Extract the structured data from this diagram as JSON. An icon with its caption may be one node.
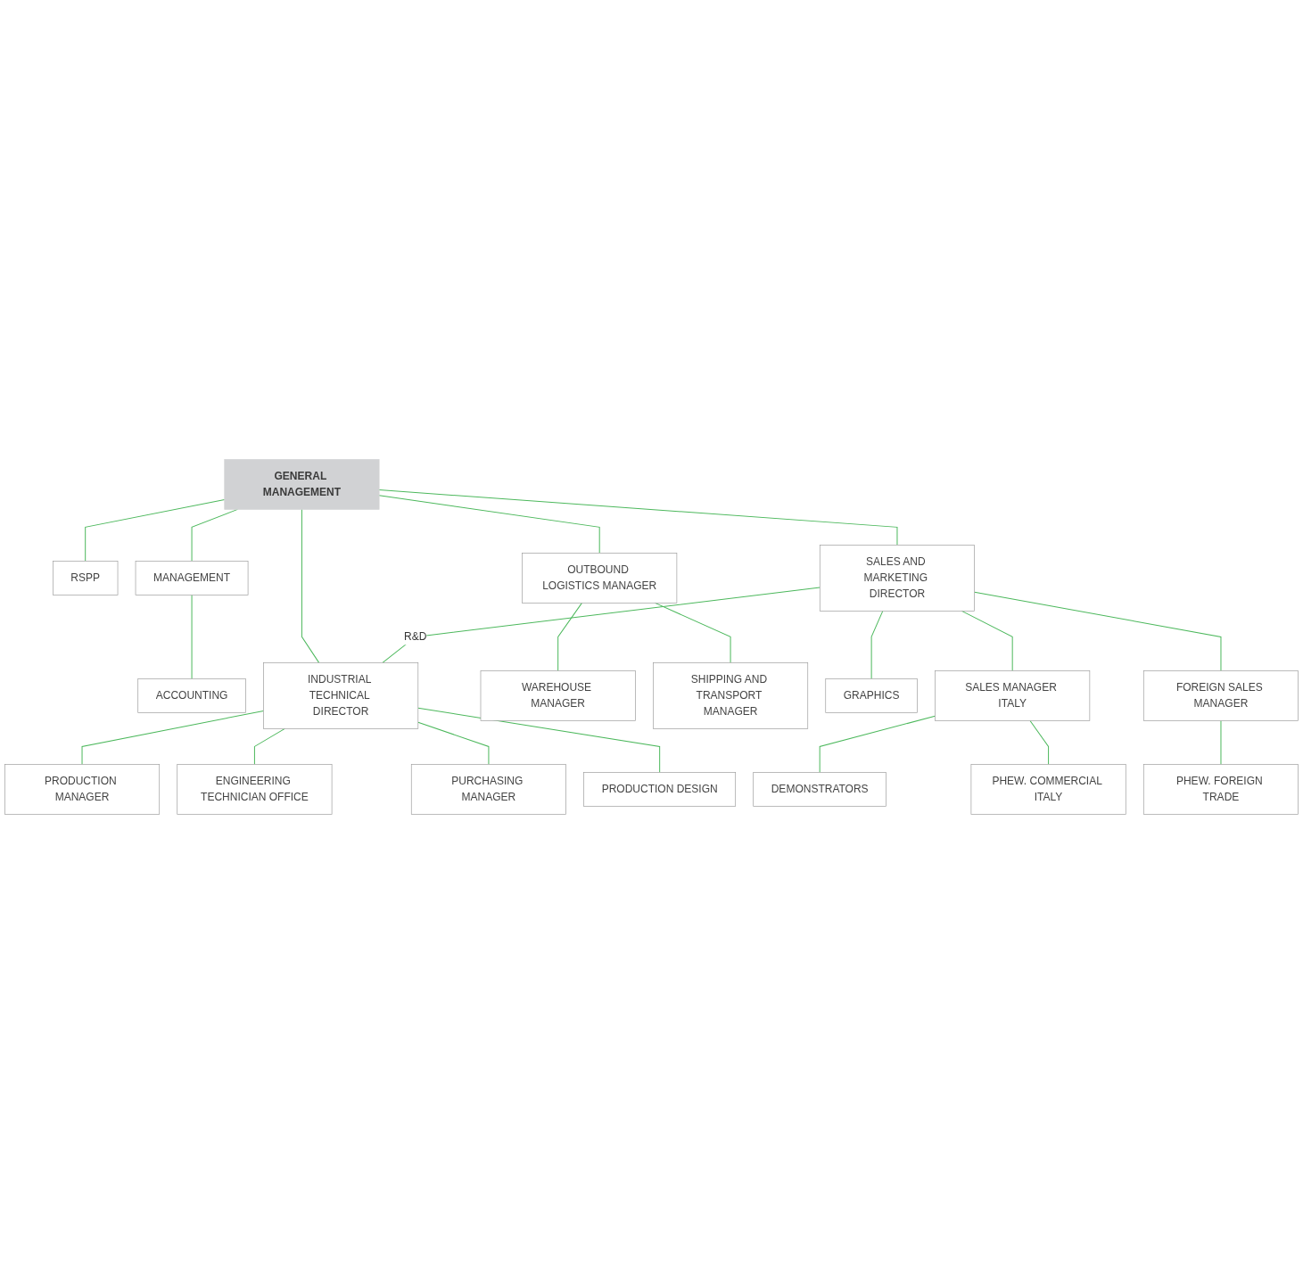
{
  "diagram": {
    "nodes": [
      {
        "text": [
          "GENERAL MANAGEMENT"
        ]
      },
      {
        "text": [
          "RSPP"
        ]
      },
      {
        "text": [
          "MANAGEMENT"
        ]
      },
      {
        "text": [
          "ACCOUNTING"
        ]
      },
      {
        "text": [
          "OUTBOUND LOGISTICS MANAGER"
        ]
      },
      {
        "text": [
          "SALES AND MARKETING DIRECTOR"
        ]
      },
      {
        "text": [
          "INDUSTRIAL TECHNICAL DIRECTOR"
        ]
      },
      {
        "text": [
          "WAREHOUSE MANAGER"
        ]
      },
      {
        "text": [
          "SHIPPING AND TRANSPORT MANAGER"
        ]
      },
      {
        "text": [
          "PRODUCTION MANAGER"
        ]
      },
      {
        "text": [
          "ENGINEERING TECHNICIAN OFFICE"
        ]
      },
      {
        "text": [
          "PURCHASING MANAGER"
        ]
      },
      {
        "text": [
          "PRODUCTION DESIGN"
        ]
      },
      {
        "text": [
          "GRAPHICS"
        ]
      },
      {
        "text": [
          "SALES MANAGER ITALY"
        ]
      },
      {
        "text": [
          "FOREIGN SALES MANAGER"
        ]
      },
      {
        "text": [
          "PHEW. FOREIGN TRADE"
        ]
      },
      {
        "text": [
          "DEMONSTRATORS"
        ]
      },
      {
        "text": [
          "PHEW. COMMERCIAL ITALY"
        ]
      }
    ],
    "edges": [
      {
        "from": 0,
        "to": 1,
        "arrow": "none"
      },
      {
        "from": 0,
        "to": 2,
        "arrow": "none"
      },
      {
        "from": 2,
        "to": 3,
        "arrow": "none"
      },
      {
        "from": 0,
        "to": 4,
        "arrow": "none"
      },
      {
        "from": 0,
        "to": 5,
        "arrow": "none"
      },
      {
        "from": 0,
        "to": 6,
        "arrow": "none"
      },
      {
        "from": 5,
        "to": 6,
        "arrow": "none",
        "label": "R&D"
      },
      {
        "from": 4,
        "to": 7,
        "arrow": "none"
      },
      {
        "from": 4,
        "to": 8,
        "arrow": "none"
      },
      {
        "from": 6,
        "to": 9,
        "arrow": "none"
      },
      {
        "from": 6,
        "to": 10,
        "arrow": "none"
      },
      {
        "from": 6,
        "to": 11,
        "arrow": "none"
      },
      {
        "from": 6,
        "to": 12,
        "arrow": "none"
      },
      {
        "from": 5,
        "to": 13,
        "arrow": "none"
      },
      {
        "from": 5,
        "to": 14,
        "arrow": "none"
      },
      {
        "from": 5,
        "to": 15,
        "arrow": "none"
      },
      {
        "from": 15,
        "to": 16,
        "arrow": "none"
      },
      {
        "from": 14,
        "to": 17,
        "arrow": "none"
      },
      {
        "from": 14,
        "to": 18,
        "arrow": "none"
      }
    ]
  }
}
